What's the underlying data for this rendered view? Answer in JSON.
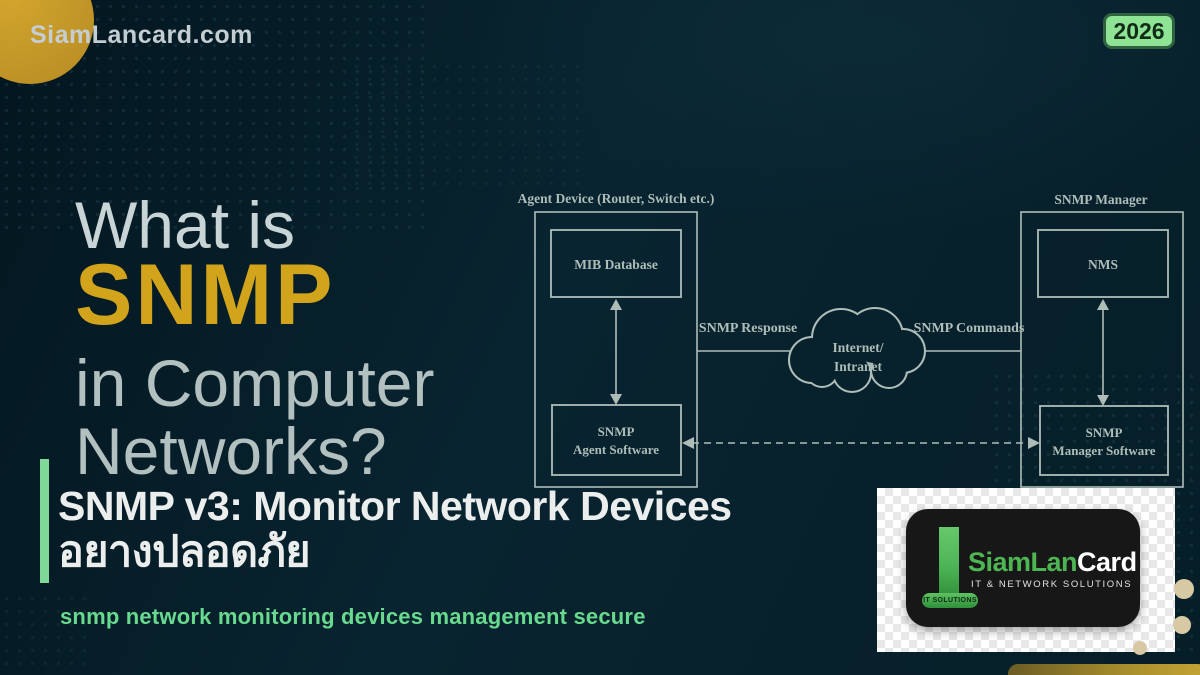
{
  "brand": {
    "site": "SiamLancard.com",
    "year_badge": "2026"
  },
  "title": {
    "line1": "What is",
    "line2": "SNMP",
    "line3": "in Computer",
    "line4": "Networks?"
  },
  "diagram": {
    "agent_label": "Agent Device (Router, Switch etc.)",
    "manager_label": "SNMP Manager",
    "mib_box": "MIB Database",
    "agent_sw_line1": "SNMP",
    "agent_sw_line2": "Agent Software",
    "nms_box": "NMS",
    "mgr_sw_line1": "SNMP",
    "mgr_sw_line2": "Manager Software",
    "response_label": "SNMP Response",
    "commands_label": "SNMP Commands",
    "cloud_line1": "Internet/",
    "cloud_line2": "Intranet"
  },
  "headline": {
    "line1": "SNMP v3: Monitor Network Devices",
    "line2": "อยางปลอดภัย"
  },
  "keywords": "snmp network monitoring devices management secure",
  "logo": {
    "brand_green": "SiamLan",
    "brand_white": "Card",
    "tagline": "IT & NETWORK SOLUTIONS",
    "badge": "IT SOLUTIONS"
  },
  "colors": {
    "background": "#07212b",
    "gold_accent": "#d2a41c",
    "green_accent": "#68da8e",
    "badge_green": "#8ee394",
    "logo_green": "#4db653",
    "diagram_stroke": "#aebdb8"
  }
}
